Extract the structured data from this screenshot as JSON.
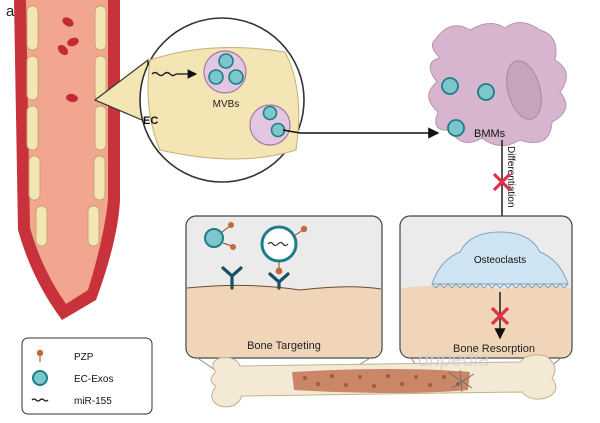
{
  "panel_label": "a",
  "labels": {
    "ec": "EC",
    "mvbs": "MVBs",
    "bmms": "BMMs",
    "differentiation": "Differentiation",
    "osteoclasts": "Osteoclasts",
    "bone_targeting": "Bone Targeting",
    "bone_resorption": "Bone Resorption"
  },
  "legend": {
    "items": [
      {
        "label": "PZP",
        "icon": "pzp-icon"
      },
      {
        "label": "EC-Exos",
        "icon": "ec-exo-icon"
      },
      {
        "label": "miR-155",
        "icon": "mir155-icon"
      }
    ]
  },
  "watermark": "dripedia",
  "colors": {
    "vessel_outer": "#c8323a",
    "vessel_inner": "#f2a58f",
    "endothelial_cell": "#f4e6b4",
    "red_blood_cell": "#c42a35",
    "exosome_fill": "#7cc7cc",
    "exosome_ring": "#1d7e88",
    "mvb_fill": "#e3c6e2",
    "bmm_fill": "#d8b5cf",
    "pzp": "#c5683a",
    "receptor": "#1c4f66",
    "bone_tissue": "#f0d5b8",
    "box_bg": "#ebebeb",
    "inhibit_mark": "#e0304a"
  }
}
